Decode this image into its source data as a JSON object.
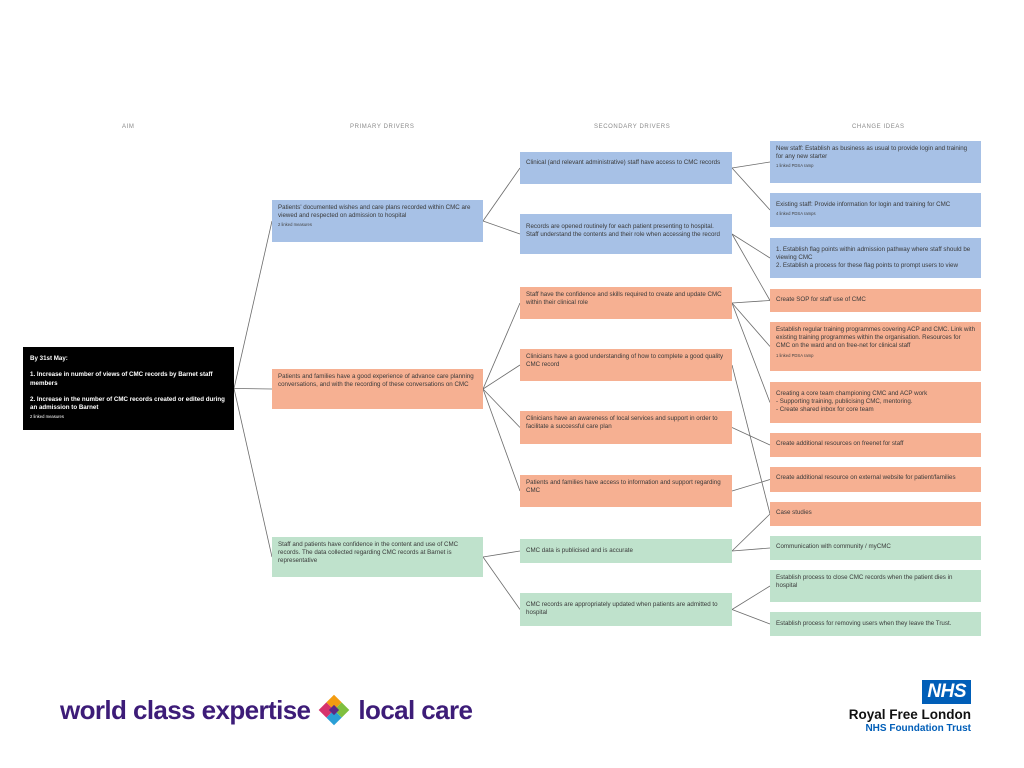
{
  "headers": {
    "aim": "AIM",
    "primary": "PRIMARY DRIVERS",
    "secondary": "SECONDARY DRIVERS",
    "change": "CHANGE IDEAS"
  },
  "aim": {
    "text": "By 31st May:\n\n1. Increase in number of views of CMC records by Barnet staff members\n\n2. Increase in the number of CMC records created or edited during an admission to Barnet",
    "measures": "2 linked measures"
  },
  "primary_drivers": [
    {
      "text": "Patients' documented wishes and care plans recorded within CMC are viewed and respected on admission to hospital",
      "measures": "2 linked measures"
    },
    {
      "text": "Patients and families have a good experience of advance care planning conversations, and with the recording of these conversations on CMC",
      "measures": ""
    },
    {
      "text": "Staff and patients have confidence in the content and use of CMC records. The data collected regarding CMC records at Barnet is representative",
      "measures": ""
    }
  ],
  "secondary_drivers": [
    {
      "text": "Clinical (and relevant administrative) staff have access to CMC records"
    },
    {
      "text": "Records are opened routinely for each patient presenting to hospital. Staff understand the contents and their role when accessing the record"
    },
    {
      "text": "Staff have the confidence and skills required to create and update CMC within their clinical role"
    },
    {
      "text": "Clinicians have a good understanding of how to complete a good quality CMC record"
    },
    {
      "text": "Clinicians have an awareness of local services and support in order to facilitate a successful care plan"
    },
    {
      "text": "Patients and families have access to information and support regarding CMC"
    },
    {
      "text": "CMC data is publicised and is accurate"
    },
    {
      "text": "CMC records are appropriately updated when patients are admitted to hospital"
    }
  ],
  "change_ideas": [
    {
      "text": "New staff: Establish as business as usual to provide login and training for any new starter",
      "measures": "1 linked PDSA ramp"
    },
    {
      "text": "Existing staff: Provide information for login and training for CMC",
      "measures": "4 linked PDSA ramps"
    },
    {
      "text": "1. Establish flag points within admission pathway where staff should be viewing CMC\n2. Establish a process for these flag points to prompt users to view",
      "measures": ""
    },
    {
      "text": "Create SOP for staff use of CMC",
      "measures": ""
    },
    {
      "text": "Establish regular training programmes covering ACP and CMC. Link with existing training programmes within the organisation. Resources for CMC on the ward and on free-net for clinical staff",
      "measures": "1 linked PDSA ramp"
    },
    {
      "text": "Creating a core team championing CMC and ACP work\n- Supporting training, publicising CMC, mentoring.\n- Create shared inbox for core team",
      "measures": ""
    },
    {
      "text": "Create additional resources on freenet for staff",
      "measures": ""
    },
    {
      "text": "Create additional resource on external website for patient/families",
      "measures": ""
    },
    {
      "text": "Case studies",
      "measures": ""
    },
    {
      "text": "Communication with community / myCMC",
      "measures": ""
    },
    {
      "text": "Establish process to close CMC records when the patient dies in hospital",
      "measures": ""
    },
    {
      "text": "Establish process for removing users when they leave the Trust.",
      "measures": ""
    }
  ],
  "footer": {
    "slogan_left": "world class expertise",
    "slogan_right": "local care",
    "nhs_logo": "NHS",
    "org_name": "Royal Free London",
    "trust_name": "NHS Foundation Trust"
  },
  "colors": {
    "aim": "#000000",
    "blue": "#a7c1e6",
    "orange": "#f6b092",
    "green": "#bfe2cc",
    "connector": "#6b6b6b",
    "slogan": "#3d1c78",
    "nhs_blue": "#005eb8"
  }
}
